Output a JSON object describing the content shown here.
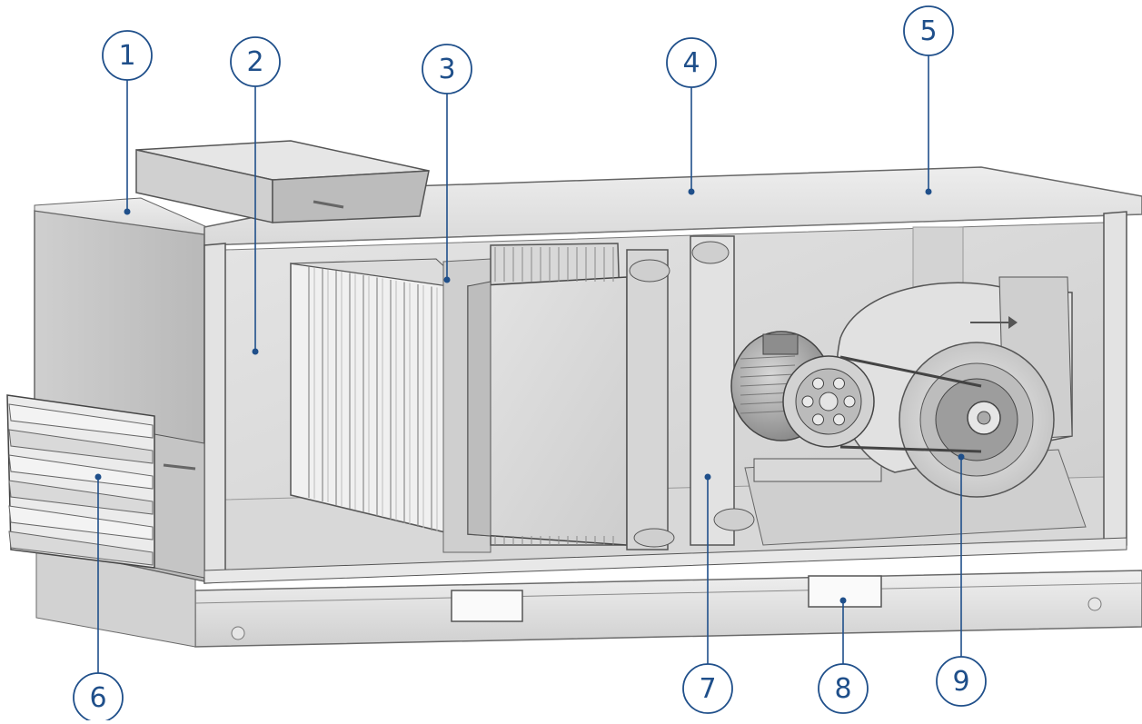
{
  "diagram": {
    "colors": {
      "callout": "#1f4f8a",
      "outline": "#5a5a5a",
      "panel_light": "#e9e9e9",
      "panel_mid": "#d6d6d6",
      "panel_dark": "#bdbdbd",
      "metal_shadow": "#9a9a9a"
    },
    "callouts": [
      {
        "id": "1",
        "label": "1"
      },
      {
        "id": "2",
        "label": "2"
      },
      {
        "id": "3",
        "label": "3"
      },
      {
        "id": "4",
        "label": "4"
      },
      {
        "id": "5",
        "label": "5"
      },
      {
        "id": "6",
        "label": "6"
      },
      {
        "id": "7",
        "label": "7"
      },
      {
        "id": "8",
        "label": "8"
      },
      {
        "id": "9",
        "label": "9"
      }
    ]
  }
}
